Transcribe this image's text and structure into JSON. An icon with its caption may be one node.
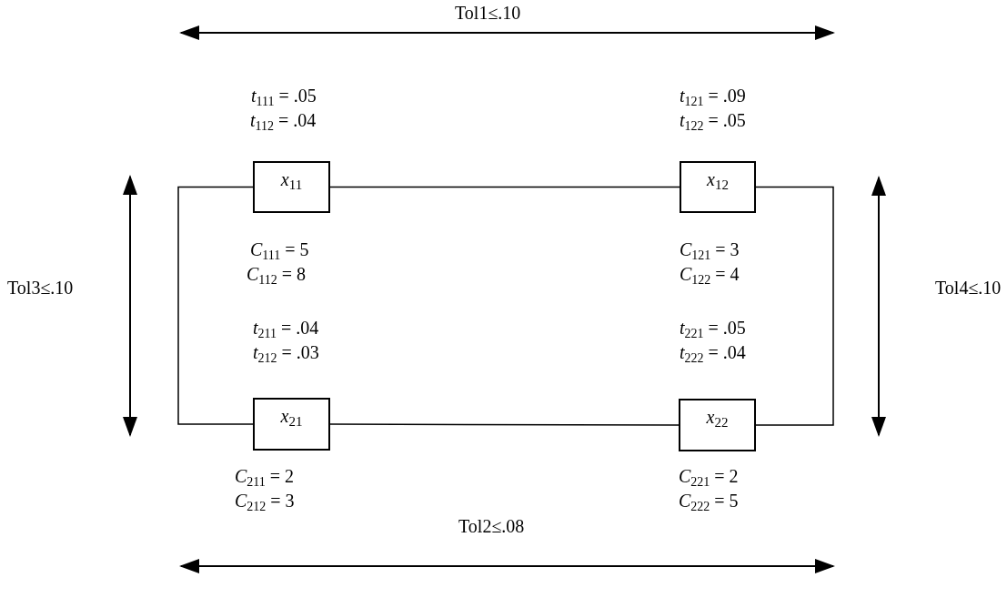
{
  "diagram": {
    "nodes": [
      {
        "text": [
          "*x*$_{11}$"
        ]
      },
      {
        "text": [
          "*x*$_{12}$"
        ]
      },
      {
        "text": [
          "*x*$_{21}$"
        ]
      },
      {
        "text": [
          "*x*$_{22}$"
        ]
      }
    ],
    "edges": [
      {
        "from": 0,
        "to": 1,
        "arrow": "none"
      },
      {
        "from": 2,
        "to": 3,
        "arrow": "none"
      },
      {
        "from": 0,
        "to": 2,
        "arrow": "none"
      },
      {
        "from": 1,
        "to": 3,
        "arrow": "none"
      }
    ],
    "labels": [
      "Tol1≤.10",
      "*t*$_{111}$ = .05",
      "*t*$_{112}$ = .04",
      "*t*$_{121}$ = .09",
      "*t*$_{122}$ = .05",
      "*C*$_{111}$ = 5",
      "*C*$_{112}$ = 8",
      "*C*$_{121}$ = 3",
      "*C*$_{122}$ = 4",
      "Tol3≤.10",
      "Tol4≤.10",
      "*t*$_{211}$ = .04",
      "*t*$_{212}$ = .03",
      "*t*$_{221}$ = .05",
      "*t*$_{222}$ = .04",
      "*C*$_{211}$ = 2",
      "*C*$_{212}$ = 3",
      "*C*$_{221}$ = 2",
      "*C*$_{222}$ = 5",
      "Tol2≤.08"
    ]
  }
}
